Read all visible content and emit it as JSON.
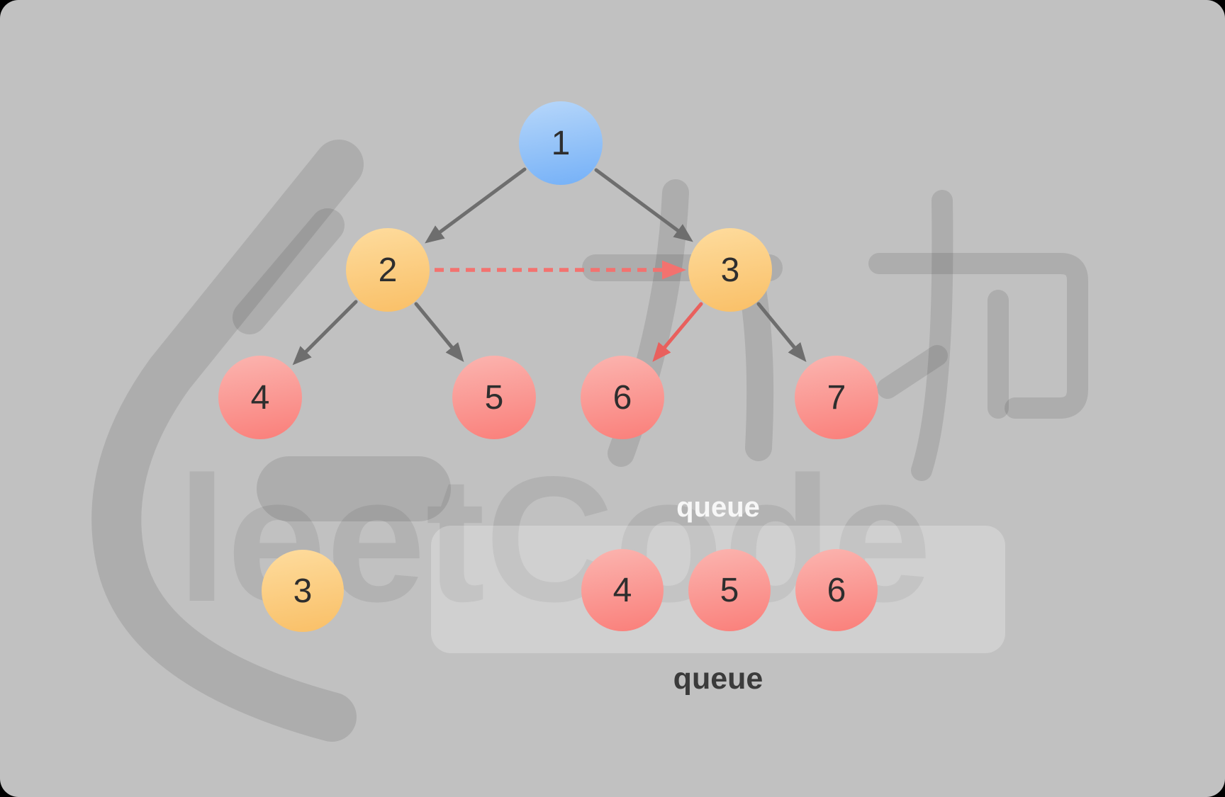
{
  "diagram": {
    "kind": "binary-tree-bfs-level-order",
    "tree": {
      "nodes": [
        {
          "label": "1",
          "color": "blue",
          "role": "root"
        },
        {
          "label": "2",
          "color": "orange",
          "role": "level-1"
        },
        {
          "label": "3",
          "color": "orange",
          "role": "level-1"
        },
        {
          "label": "4",
          "color": "red",
          "role": "level-2"
        },
        {
          "label": "5",
          "color": "red",
          "role": "level-2"
        },
        {
          "label": "6",
          "color": "red",
          "role": "level-2"
        },
        {
          "label": "7",
          "color": "red",
          "role": "level-2"
        }
      ],
      "edges": [
        {
          "from": "1",
          "to": "2",
          "style": "gray-solid"
        },
        {
          "from": "1",
          "to": "3",
          "style": "gray-solid"
        },
        {
          "from": "2",
          "to": "4",
          "style": "gray-solid"
        },
        {
          "from": "2",
          "to": "5",
          "style": "gray-solid"
        },
        {
          "from": "2",
          "to": "3",
          "style": "red-dashed"
        },
        {
          "from": "3",
          "to": "6",
          "style": "red-solid"
        },
        {
          "from": "3",
          "to": "7",
          "style": "gray-solid"
        }
      ]
    },
    "dequeued_node": {
      "label": "3",
      "color": "orange"
    },
    "queue_panel": {
      "label_above": "queue",
      "label_below": "queue",
      "items": [
        {
          "label": "4",
          "color": "red"
        },
        {
          "label": "5",
          "color": "red"
        },
        {
          "label": "6",
          "color": "red"
        }
      ]
    },
    "watermark": {
      "brand_text": "leetCode"
    },
    "colors": {
      "background": "#c1c1c1",
      "node_blue_top": "#b7d7fa",
      "node_blue_bottom": "#74b0f7",
      "node_orange_top": "#fedc9e",
      "node_orange_bottom": "#f9bf66",
      "node_red_top": "#fbb5b0",
      "node_red_bottom": "#fa7e79",
      "edge_gray": "#6e6e6e",
      "edge_red_solid": "#e9605d",
      "edge_red_dashed": "#f3726f",
      "queue_label_light": "#f7f7f7",
      "queue_label_dark": "#3b3b3b"
    }
  }
}
